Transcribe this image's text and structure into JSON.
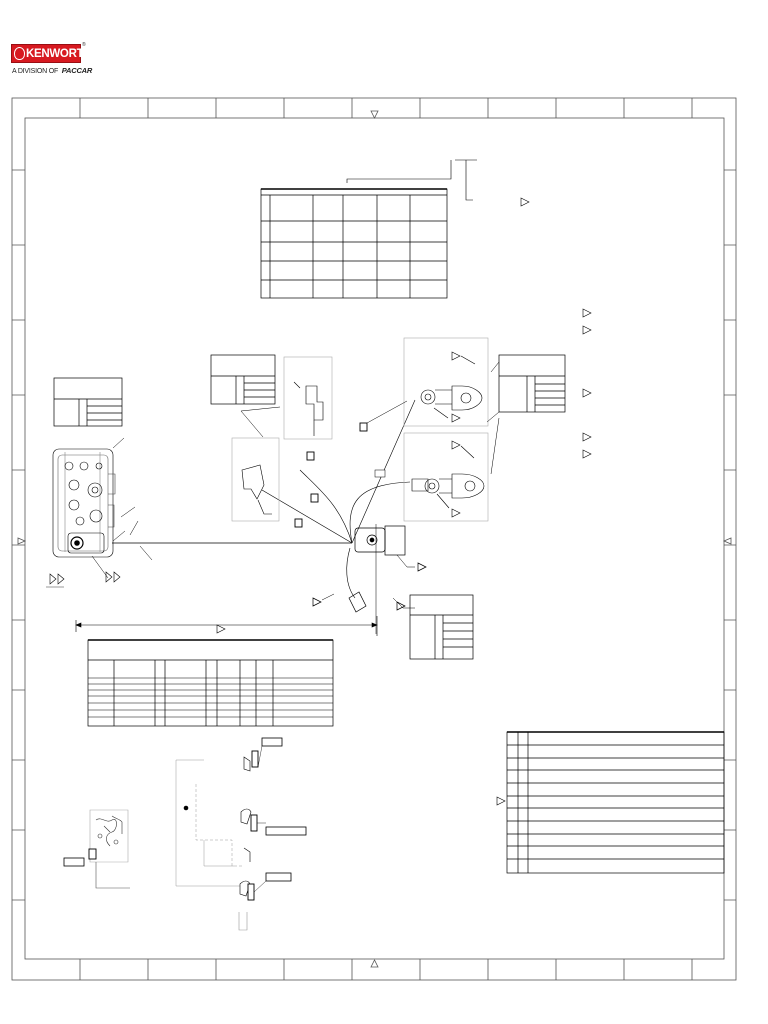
{
  "brand": {
    "name": "KENWORTH",
    "division_prefix": "A DIVISION OF",
    "parent": "PACCAR",
    "registered_mark": "®",
    "color": "#d71920"
  },
  "drawing": {
    "line_color": "#000000",
    "faint_color": "#9a9a9a"
  }
}
